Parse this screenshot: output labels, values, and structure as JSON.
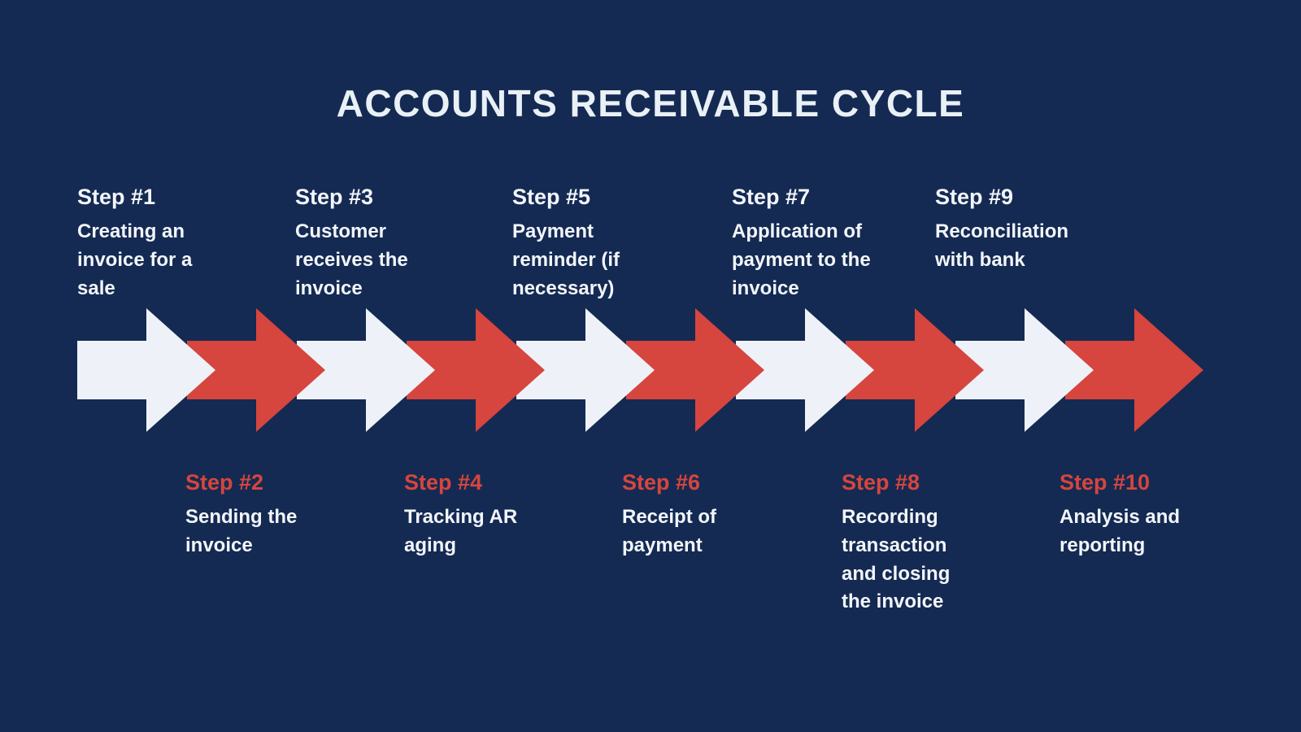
{
  "title": "ACCOUNTS RECEIVABLE CYCLE",
  "colors": {
    "background": "#142a52",
    "arrow_white": "#eef2f8",
    "arrow_red": "#d6453e",
    "title_text": "#e9f0f6",
    "step_text": "#f2f5fa",
    "step_number_red": "#d6453e"
  },
  "steps": [
    {
      "label": "Step #1",
      "description": "Creating an invoice for a sale",
      "row": "top",
      "arrow_color": "white"
    },
    {
      "label": "Step #2",
      "description": "Sending the invoice",
      "row": "bottom",
      "arrow_color": "red"
    },
    {
      "label": "Step #3",
      "description": "Customer receives the invoice",
      "row": "top",
      "arrow_color": "white"
    },
    {
      "label": "Step #4",
      "description": "Tracking AR aging",
      "row": "bottom",
      "arrow_color": "red"
    },
    {
      "label": "Step #5",
      "description": "Payment reminder (if necessary)",
      "row": "top",
      "arrow_color": "white"
    },
    {
      "label": "Step #6",
      "description": "Receipt of payment",
      "row": "bottom",
      "arrow_color": "red"
    },
    {
      "label": "Step #7",
      "description": "Application of payment to the invoice",
      "row": "top",
      "arrow_color": "white"
    },
    {
      "label": "Step #8",
      "description": "Recording transaction and closing the invoice",
      "row": "bottom",
      "arrow_color": "red"
    },
    {
      "label": "Step #9",
      "description": "Reconciliation with bank",
      "row": "top",
      "arrow_color": "white"
    },
    {
      "label": "Step #10",
      "description": "Analysis and reporting",
      "row": "bottom",
      "arrow_color": "red"
    }
  ]
}
